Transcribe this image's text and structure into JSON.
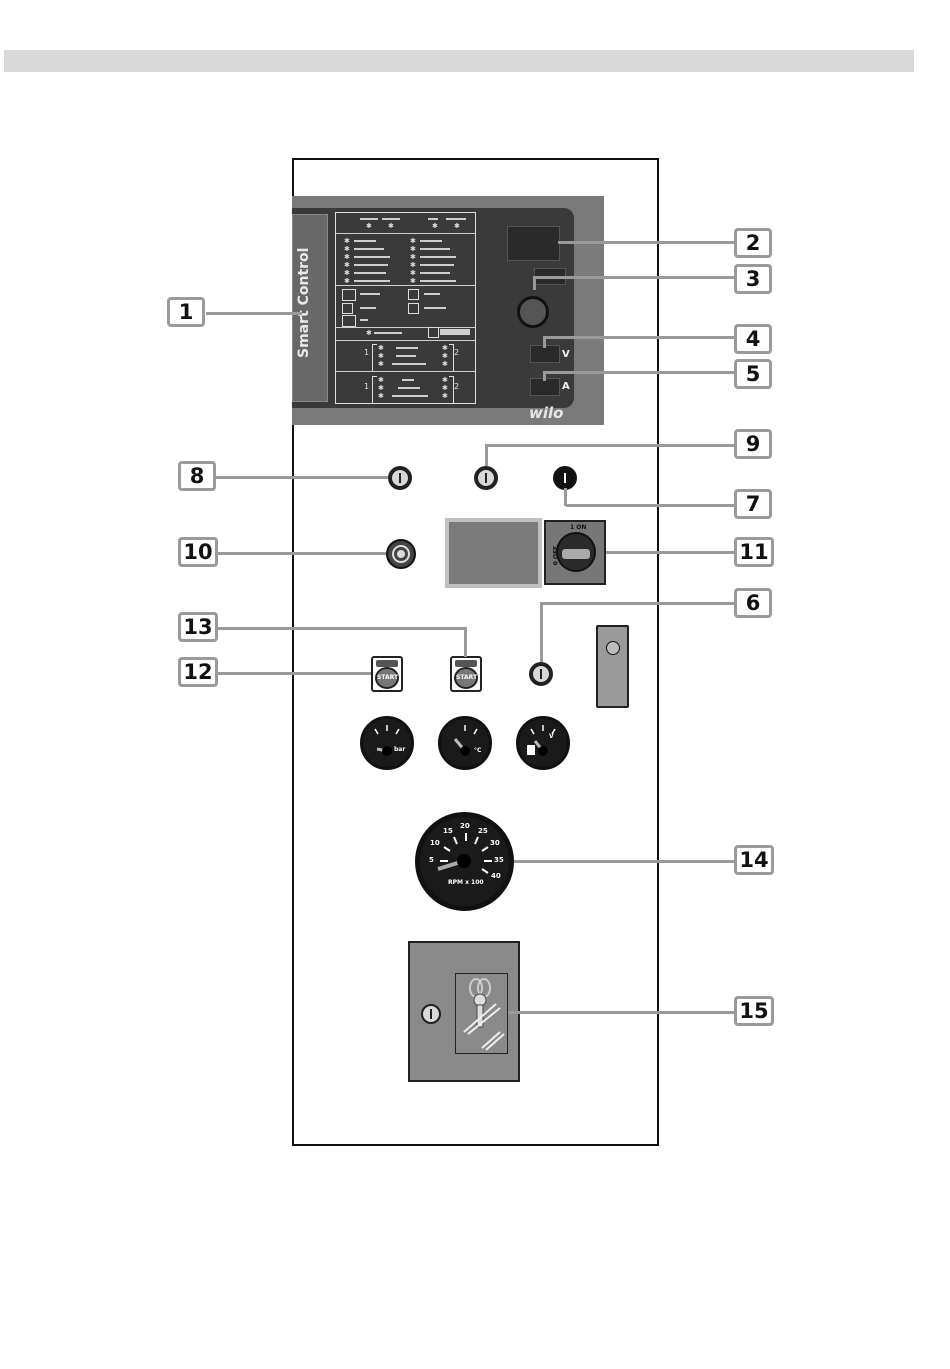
{
  "control_unit": {
    "brand_strip": "Smart Control",
    "logo": "wilo",
    "voltmeter_unit": "V",
    "ammeter_unit": "A"
  },
  "start_buttons": {
    "left_label": "START",
    "right_label": "START"
  },
  "gauges": {
    "pressure_unit": "bar",
    "temperature_unit": "°C",
    "voltage_unit": "V"
  },
  "tachometer": {
    "ticks": [
      "5",
      "10",
      "15",
      "20",
      "25",
      "30",
      "35",
      "40"
    ],
    "caption": "RPM x 100"
  },
  "main_switch": {
    "top_label": "1 ON",
    "side_label": "0 OFF"
  },
  "callouts": [
    "1",
    "2",
    "3",
    "4",
    "5",
    "6",
    "7",
    "8",
    "9",
    "10",
    "11",
    "12",
    "13",
    "14",
    "15"
  ],
  "colors": {
    "panel_outline": "#111111",
    "callout_border": "#9a9a9a",
    "control_box": "#7a7a7a",
    "control_screen": "#3a3a3a",
    "header_band": "#d9d9d9"
  }
}
